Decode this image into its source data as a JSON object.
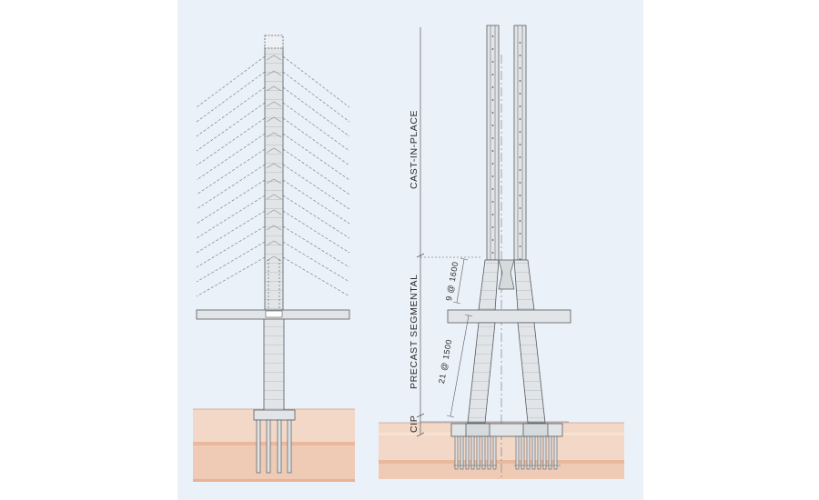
{
  "figure": {
    "panel_background": "#eaf1f9",
    "soil_colors": [
      "#f3d8c7",
      "#eac0a6",
      "#f7e2d4"
    ],
    "concrete_color": "#e2e5e8",
    "line_color": "#555a5e",
    "views": {
      "side_elevation": {
        "cable_pairs_per_side": 14
      },
      "front_elevation": {
        "labels": {
          "cast_in_place": "CAST-IN-PLACE",
          "precast_segmental": "PRECAST SEGMENTAL",
          "cip": "CIP",
          "upper_segments": "9 @ 1600",
          "lower_segments": "21 @ 1500"
        }
      }
    }
  }
}
